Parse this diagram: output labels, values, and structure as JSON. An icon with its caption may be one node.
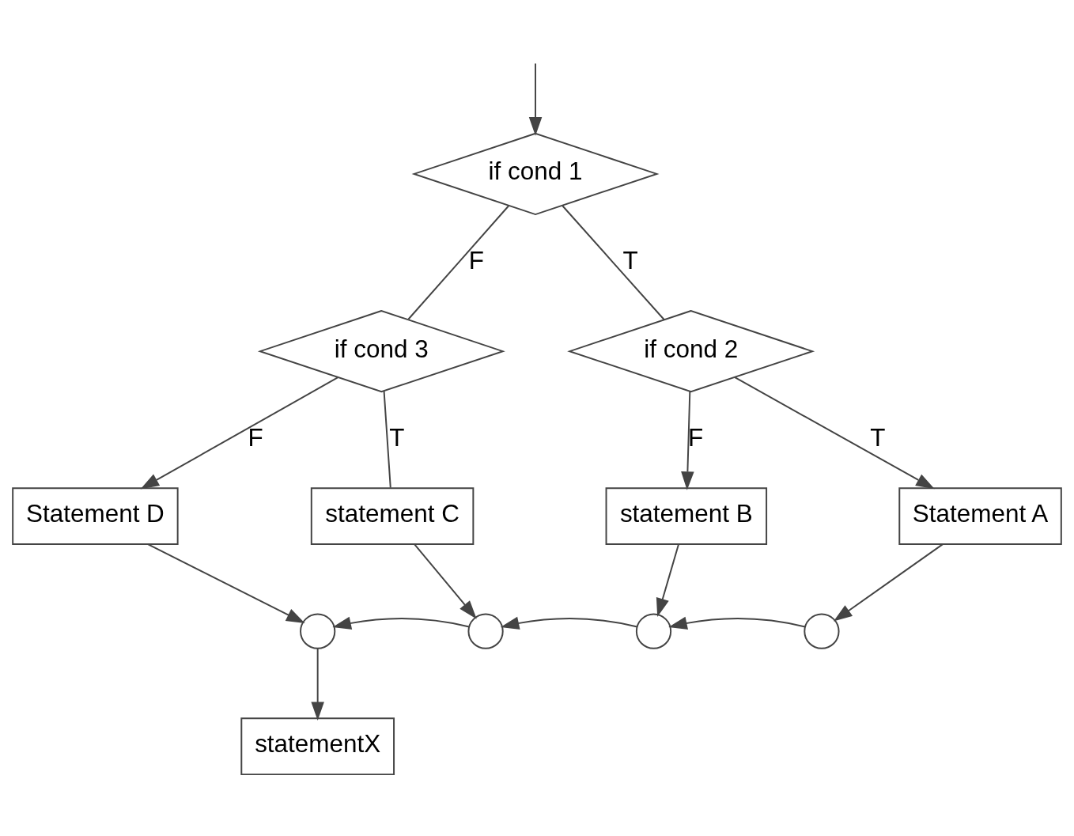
{
  "diagram": {
    "nodes": [
      {
        "text": [
          "if cond 1"
        ]
      },
      {
        "text": [
          "if cond 3"
        ]
      },
      {
        "text": [
          "if cond 2"
        ]
      },
      {
        "text": [
          "statement C"
        ]
      },
      {
        "text": [
          "Statement D"
        ]
      },
      {
        "text": [
          "statement B"
        ]
      },
      {
        "text": [
          "Statement A"
        ]
      },
      {
        "text": [],
        "shape": "circle"
      },
      {
        "text": [],
        "shape": "circle"
      },
      {
        "text": [],
        "shape": "circle"
      },
      {
        "text": [],
        "shape": "circle"
      },
      {
        "text": [
          "statementX"
        ]
      }
    ],
    "edges": [
      {
        "from": null,
        "to": 0,
        "arrow": "to"
      },
      {
        "from": 0,
        "to": 1,
        "label": "F",
        "arrow": "none"
      },
      {
        "from": 0,
        "to": 2,
        "label": "T",
        "arrow": "none"
      },
      {
        "from": 1,
        "to": 3,
        "label": "T",
        "arrow": "none"
      },
      {
        "from": 1,
        "to": 4,
        "label": "F",
        "arrow": "to"
      },
      {
        "from": 2,
        "to": 5,
        "label": "F",
        "arrow": "to"
      },
      {
        "from": 2,
        "to": 6,
        "label": "T",
        "arrow": "to"
      },
      {
        "from": 4,
        "to": 7,
        "arrow": "to"
      },
      {
        "from": 3,
        "to": 8,
        "arrow": "to"
      },
      {
        "from": 5,
        "to": 9,
        "arrow": "to"
      },
      {
        "from": 6,
        "to": 10,
        "arrow": "to"
      },
      {
        "from": 10,
        "to": 9,
        "arrow": "to"
      },
      {
        "from": 9,
        "to": 8,
        "arrow": "to"
      },
      {
        "from": 8,
        "to": 7,
        "arrow": "to"
      },
      {
        "from": 7,
        "to": 11,
        "arrow": "to"
      }
    ]
  }
}
